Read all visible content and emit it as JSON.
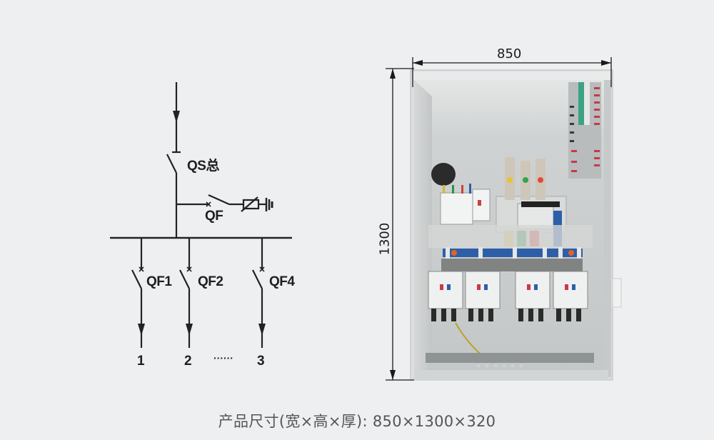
{
  "schematic": {
    "main_switch_label": "QS总",
    "surge_breaker_label": "QF",
    "branches": [
      {
        "breaker_label": "QF1",
        "outlet_label": "1"
      },
      {
        "breaker_label": "QF2",
        "outlet_label": "2"
      },
      {
        "breaker_label": "QF4",
        "outlet_label": "3"
      }
    ],
    "ellipsis": "······",
    "icons": [
      "incoming-arrow-icon",
      "disconnect-switch-icon",
      "circuit-breaker-icon",
      "surge-arrester-icon",
      "ground-icon",
      "busbar",
      "outgoing-arrow-icon"
    ]
  },
  "cabinet_photo": {
    "width_dimension": "850",
    "height_dimension": "1300",
    "colors": {
      "cabinet_body": "#d9dbdb",
      "cabinet_inner": "#c9cccc",
      "busbar_blue": "#2d5fa8",
      "phase_yellow": "#d8b92a",
      "phase_green": "#2f8f4e",
      "phase_red": "#c8443d",
      "indicator_orange": "#e0632b"
    }
  },
  "caption": {
    "text": "产品尺寸(宽×高×厚): 850×1300×320",
    "dimensions": {
      "width": "850",
      "height": "1300",
      "depth": "320"
    }
  },
  "colors": {
    "background": "#eeeff1",
    "line": "#222222",
    "caption_text": "#555555"
  }
}
